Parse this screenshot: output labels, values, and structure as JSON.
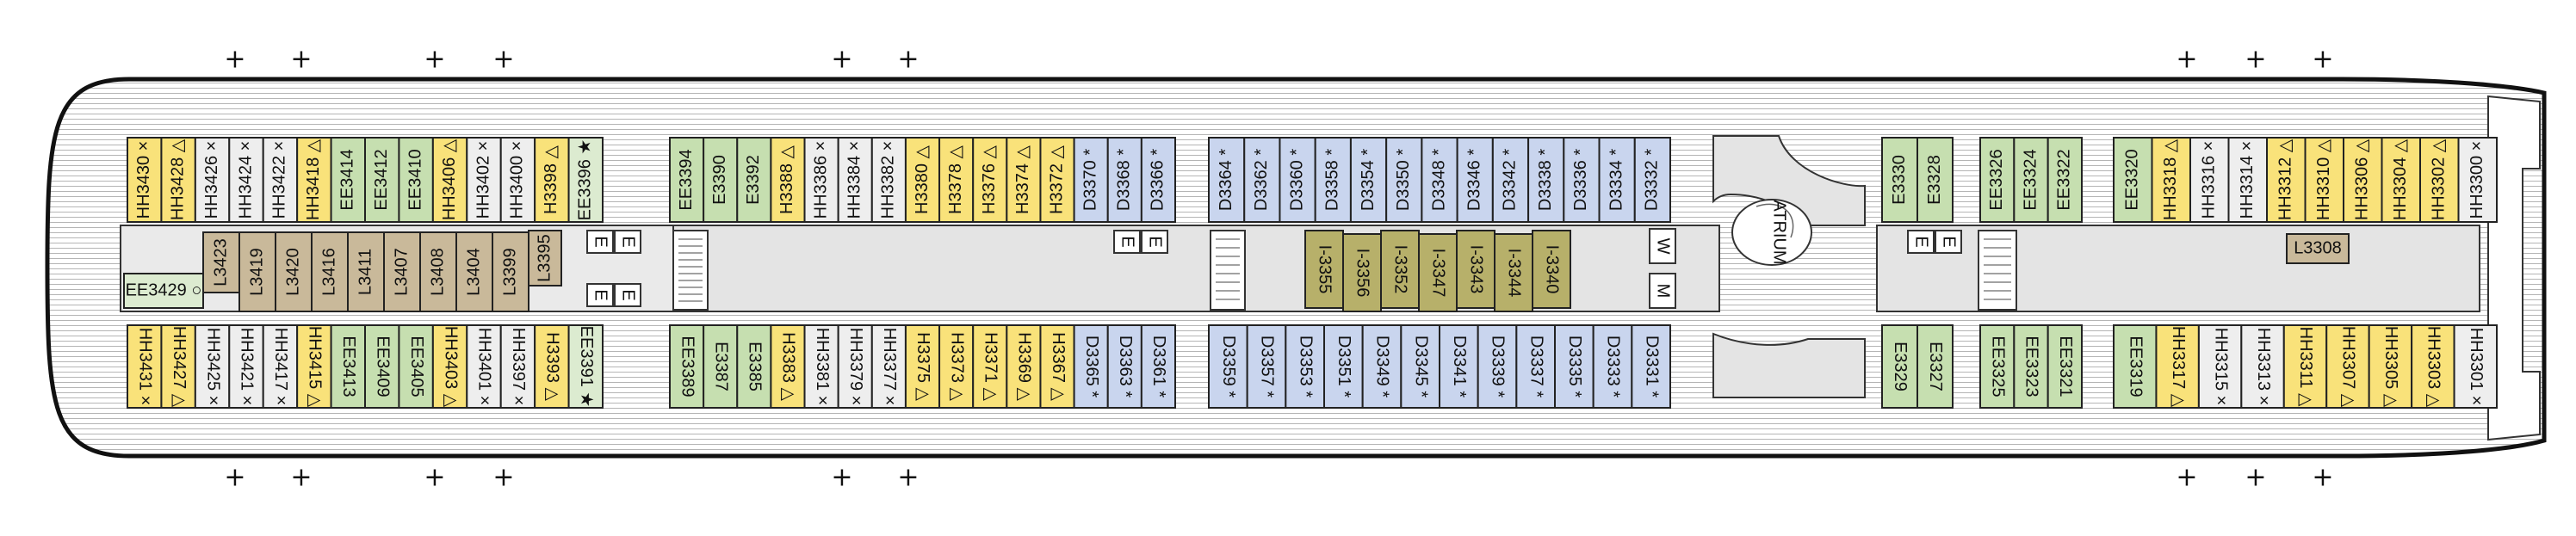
{
  "colors": {
    "yellow": "#f9e27a",
    "green": "#c6dfb0",
    "lightgreen": "#dcebd0",
    "blue": "#c9d5ee",
    "tan": "#c9b99a",
    "olive": "#b7b06a",
    "wash": "#eeeeee",
    "outline": "#222222",
    "line": "#9a9a9a"
  },
  "atrium_label": "ATRIUM",
  "facility_letters": [
    "E",
    "E",
    "E",
    "E",
    "E",
    "E",
    "E",
    "E",
    "W",
    "M"
  ],
  "deck_upper": [
    {
      "id": "HH3430",
      "c": "yellow",
      "mark": "×"
    },
    {
      "id": "HH3428",
      "c": "yellow",
      "mark": "△"
    },
    {
      "id": "HH3426",
      "c": "wash",
      "mark": "×"
    },
    {
      "id": "HH3424",
      "c": "wash",
      "mark": "×"
    },
    {
      "id": "HH3422",
      "c": "wash",
      "mark": "×"
    },
    {
      "id": "HH3418",
      "c": "yellow",
      "mark": "△"
    },
    {
      "id": "EE3414",
      "c": "green",
      "mark": ""
    },
    {
      "id": "EE3412",
      "c": "green",
      "mark": ""
    },
    {
      "id": "EE3410",
      "c": "green",
      "mark": ""
    },
    {
      "id": "HH3406",
      "c": "yellow",
      "mark": "△"
    },
    {
      "id": "HH3402",
      "c": "wash",
      "mark": "×"
    },
    {
      "id": "HH3400",
      "c": "wash",
      "mark": "×"
    },
    {
      "id": "H3398",
      "c": "yellow",
      "mark": "△"
    },
    {
      "id": "EE3396",
      "c": "lightgreen",
      "mark": "★"
    },
    {
      "id": "EE3394",
      "c": "green",
      "mark": ""
    },
    {
      "id": "E3390",
      "c": "green",
      "mark": ""
    },
    {
      "id": "E3392",
      "c": "green",
      "mark": ""
    },
    {
      "id": "H3388",
      "c": "yellow",
      "mark": "△"
    },
    {
      "id": "HH3386",
      "c": "wash",
      "mark": "×"
    },
    {
      "id": "HH3384",
      "c": "wash",
      "mark": "×"
    },
    {
      "id": "HH3382",
      "c": "wash",
      "mark": "×"
    },
    {
      "id": "H3380",
      "c": "yellow",
      "mark": "△"
    },
    {
      "id": "H3378",
      "c": "yellow",
      "mark": "△"
    },
    {
      "id": "H3376",
      "c": "yellow",
      "mark": "△"
    },
    {
      "id": "H3374",
      "c": "yellow",
      "mark": "△"
    },
    {
      "id": "H3372",
      "c": "yellow",
      "mark": "△"
    },
    {
      "id": "D3370",
      "c": "blue",
      "mark": "*"
    },
    {
      "id": "D3368",
      "c": "blue",
      "mark": "*"
    },
    {
      "id": "D3366",
      "c": "blue",
      "mark": "*"
    },
    {
      "id": "D3364",
      "c": "blue",
      "mark": "*"
    },
    {
      "id": "D3362",
      "c": "blue",
      "mark": "*"
    },
    {
      "id": "D3360",
      "c": "blue",
      "mark": "*"
    },
    {
      "id": "D3358",
      "c": "blue",
      "mark": "*"
    },
    {
      "id": "D3354",
      "c": "blue",
      "mark": "*"
    },
    {
      "id": "D3350",
      "c": "blue",
      "mark": "*"
    },
    {
      "id": "D3348",
      "c": "blue",
      "mark": "*"
    },
    {
      "id": "D3346",
      "c": "blue",
      "mark": "*"
    },
    {
      "id": "D3342",
      "c": "blue",
      "mark": "*"
    },
    {
      "id": "D3338",
      "c": "blue",
      "mark": "*"
    },
    {
      "id": "D3336",
      "c": "blue",
      "mark": "*"
    },
    {
      "id": "D3334",
      "c": "blue",
      "mark": "*"
    },
    {
      "id": "D3332",
      "c": "blue",
      "mark": "*"
    },
    {
      "id": "E3330",
      "c": "green",
      "mark": ""
    },
    {
      "id": "E3328",
      "c": "green",
      "mark": ""
    },
    {
      "id": "EE3326",
      "c": "green",
      "mark": ""
    },
    {
      "id": "EE3324",
      "c": "green",
      "mark": ""
    },
    {
      "id": "EE3322",
      "c": "green",
      "mark": ""
    },
    {
      "id": "EE3320",
      "c": "green",
      "mark": ""
    },
    {
      "id": "HH3318",
      "c": "yellow",
      "mark": "△"
    },
    {
      "id": "HH3316",
      "c": "wash",
      "mark": "×"
    },
    {
      "id": "HH3314",
      "c": "wash",
      "mark": "×"
    },
    {
      "id": "HH3312",
      "c": "yellow",
      "mark": "△"
    },
    {
      "id": "HH3310",
      "c": "yellow",
      "mark": "△"
    },
    {
      "id": "HH3306",
      "c": "yellow",
      "mark": "△"
    },
    {
      "id": "HH3304",
      "c": "yellow",
      "mark": "△"
    },
    {
      "id": "HH3302",
      "c": "yellow",
      "mark": "△"
    },
    {
      "id": "HH3300",
      "c": "wash",
      "mark": "×"
    }
  ],
  "deck_middle": [
    {
      "id": "EE3429",
      "c": "lightgreen",
      "mark": "○"
    },
    {
      "id": "L3423",
      "c": "tan",
      "mark": ""
    },
    {
      "id": "L3419",
      "c": "tan",
      "mark": ""
    },
    {
      "id": "L3420",
      "c": "tan",
      "mark": ""
    },
    {
      "id": "L3416",
      "c": "tan",
      "mark": ""
    },
    {
      "id": "L3411",
      "c": "tan",
      "mark": ""
    },
    {
      "id": "L3407",
      "c": "tan",
      "mark": ""
    },
    {
      "id": "L3408",
      "c": "tan",
      "mark": ""
    },
    {
      "id": "L3404",
      "c": "tan",
      "mark": ""
    },
    {
      "id": "L3399",
      "c": "tan",
      "mark": ""
    },
    {
      "id": "L3395",
      "c": "tan",
      "mark": ""
    },
    {
      "id": "I-3355",
      "c": "olive",
      "mark": ""
    },
    {
      "id": "I-3356",
      "c": "olive",
      "mark": ""
    },
    {
      "id": "I-3352",
      "c": "olive",
      "mark": ""
    },
    {
      "id": "I-3347",
      "c": "olive",
      "mark": ""
    },
    {
      "id": "I-3343",
      "c": "olive",
      "mark": ""
    },
    {
      "id": "I-3344",
      "c": "olive",
      "mark": ""
    },
    {
      "id": "I-3340",
      "c": "olive",
      "mark": ""
    },
    {
      "id": "L3308",
      "c": "tan",
      "mark": ""
    }
  ],
  "deck_lower": [
    {
      "id": "HH3431",
      "c": "yellow",
      "mark": "×"
    },
    {
      "id": "HH3427",
      "c": "yellow",
      "mark": "△"
    },
    {
      "id": "HH3425",
      "c": "wash",
      "mark": "×"
    },
    {
      "id": "HH3421",
      "c": "wash",
      "mark": "×"
    },
    {
      "id": "HH3417",
      "c": "wash",
      "mark": "×"
    },
    {
      "id": "HH3415",
      "c": "yellow",
      "mark": "△"
    },
    {
      "id": "EE3413",
      "c": "green",
      "mark": ""
    },
    {
      "id": "EE3409",
      "c": "green",
      "mark": ""
    },
    {
      "id": "EE3405",
      "c": "green",
      "mark": ""
    },
    {
      "id": "HH3403",
      "c": "yellow",
      "mark": "△"
    },
    {
      "id": "HH3401",
      "c": "wash",
      "mark": "×"
    },
    {
      "id": "HH3397",
      "c": "wash",
      "mark": "×"
    },
    {
      "id": "H3393",
      "c": "yellow",
      "mark": "△"
    },
    {
      "id": "EE3391",
      "c": "lightgreen",
      "mark": "★"
    },
    {
      "id": "EE3389",
      "c": "green",
      "mark": ""
    },
    {
      "id": "E3387",
      "c": "green",
      "mark": ""
    },
    {
      "id": "E3385",
      "c": "green",
      "mark": ""
    },
    {
      "id": "H3383",
      "c": "yellow",
      "mark": "△"
    },
    {
      "id": "HH3381",
      "c": "wash",
      "mark": "×"
    },
    {
      "id": "HH3379",
      "c": "wash",
      "mark": "×"
    },
    {
      "id": "HH3377",
      "c": "wash",
      "mark": "×"
    },
    {
      "id": "H3375",
      "c": "yellow",
      "mark": "△"
    },
    {
      "id": "H3373",
      "c": "yellow",
      "mark": "△"
    },
    {
      "id": "H3371",
      "c": "yellow",
      "mark": "△"
    },
    {
      "id": "H3369",
      "c": "yellow",
      "mark": "△"
    },
    {
      "id": "H3367",
      "c": "yellow",
      "mark": "△"
    },
    {
      "id": "D3365",
      "c": "blue",
      "mark": "*"
    },
    {
      "id": "D3363",
      "c": "blue",
      "mark": "*"
    },
    {
      "id": "D3361",
      "c": "blue",
      "mark": "*"
    },
    {
      "id": "D3359",
      "c": "blue",
      "mark": "*"
    },
    {
      "id": "D3357",
      "c": "blue",
      "mark": "*"
    },
    {
      "id": "D3353",
      "c": "blue",
      "mark": "*"
    },
    {
      "id": "D3351",
      "c": "blue",
      "mark": "*"
    },
    {
      "id": "D3349",
      "c": "blue",
      "mark": "*"
    },
    {
      "id": "D3345",
      "c": "blue",
      "mark": "*"
    },
    {
      "id": "D3341",
      "c": "blue",
      "mark": "*"
    },
    {
      "id": "D3339",
      "c": "blue",
      "mark": "*"
    },
    {
      "id": "D3337",
      "c": "blue",
      "mark": "*"
    },
    {
      "id": "D3335",
      "c": "blue",
      "mark": "*"
    },
    {
      "id": "D3333",
      "c": "blue",
      "mark": "*"
    },
    {
      "id": "D3331",
      "c": "blue",
      "mark": "*"
    },
    {
      "id": "E3329",
      "c": "green",
      "mark": ""
    },
    {
      "id": "E3327",
      "c": "green",
      "mark": ""
    },
    {
      "id": "EE3325",
      "c": "green",
      "mark": ""
    },
    {
      "id": "EE3323",
      "c": "green",
      "mark": ""
    },
    {
      "id": "EE3321",
      "c": "green",
      "mark": ""
    },
    {
      "id": "EE3319",
      "c": "green",
      "mark": ""
    },
    {
      "id": "HH3317",
      "c": "yellow",
      "mark": "△"
    },
    {
      "id": "HH3315",
      "c": "wash",
      "mark": "×"
    },
    {
      "id": "HH3313",
      "c": "wash",
      "mark": "×"
    },
    {
      "id": "HH3311",
      "c": "yellow",
      "mark": "△"
    },
    {
      "id": "HH3307",
      "c": "yellow",
      "mark": "△"
    },
    {
      "id": "HH3305",
      "c": "yellow",
      "mark": "△"
    },
    {
      "id": "HH3303",
      "c": "yellow",
      "mark": "△"
    },
    {
      "id": "HH3301",
      "c": "wash",
      "mark": "×"
    }
  ],
  "lifeboat_marks": [
    "+",
    "+",
    "+",
    "+",
    "+",
    "+",
    "+",
    "+",
    "+"
  ]
}
